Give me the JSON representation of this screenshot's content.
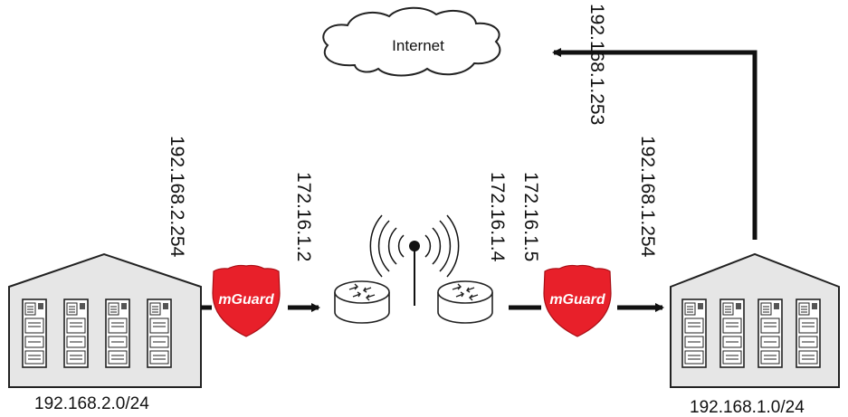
{
  "internet_label": "Internet",
  "security_label": "mGuard",
  "networks": {
    "left": "192.168.2.0/24",
    "right": "192.168.1.0/24"
  },
  "addresses": {
    "left_gateway": "192.168.2.254",
    "left_router": "172.16.1.2",
    "right_router_a": "172.16.1.4",
    "right_router_b": "172.16.1.5",
    "right_gateway": "192.168.1.254",
    "internet_uplink": "192.168.1.253"
  },
  "colors": {
    "shield": "#e8202a",
    "building_fill": "#e6e6e6",
    "line": "#111111"
  }
}
